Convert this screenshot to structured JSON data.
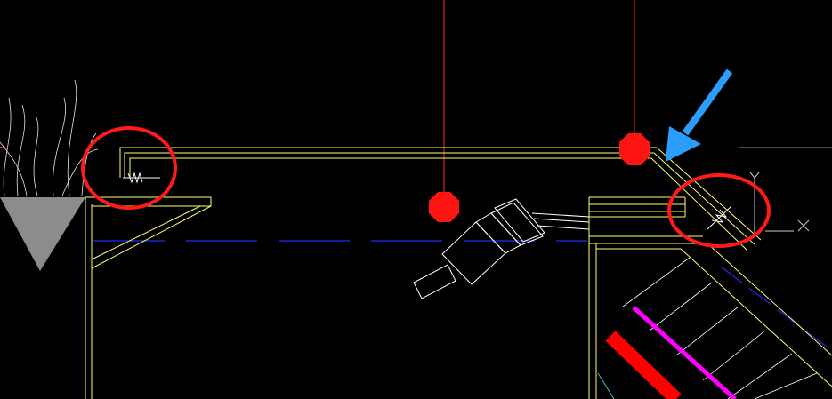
{
  "app": {
    "view": "cad-drawing-canvas",
    "background": "#000000"
  },
  "colors": {
    "outline_yellow": "#FFFF66",
    "pendant_red": "#FF0000",
    "highlight_circle": "#FF1A1A",
    "axis_blue": "#1E22C8",
    "fixture_white": "#FFFFFF",
    "accent_magenta": "#FF00FF",
    "arrow_blue": "#2D9CFF",
    "plant_gray": "#8C8C8C",
    "ref_line_gray": "#9A9A9A"
  },
  "icons": {
    "plant": "plant-icon",
    "fastener": "screw-icon",
    "pendant": "pendant-light-icon",
    "spotlight": "spotlight-icon",
    "pointer": "arrow-pointer-icon"
  },
  "annotations": {
    "highlight_count": 2,
    "pointer_count": 1
  }
}
